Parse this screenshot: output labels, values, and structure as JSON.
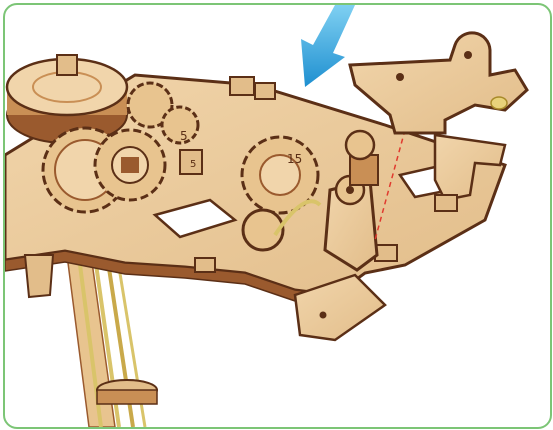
{
  "illustration": {
    "frame_color": "#7cc576",
    "wood_color": "#e9c79a",
    "wood_edge_color": "#9a5a2e",
    "dark_edge_color": "#5b2f16",
    "arrow_color": "#2f9fd8",
    "guide_line_color": "#e03a2f",
    "rod_color": "#d9c46a",
    "engraved_labels": [
      "5",
      "5",
      "15"
    ],
    "arrow_icon": "down-left-arrow"
  }
}
